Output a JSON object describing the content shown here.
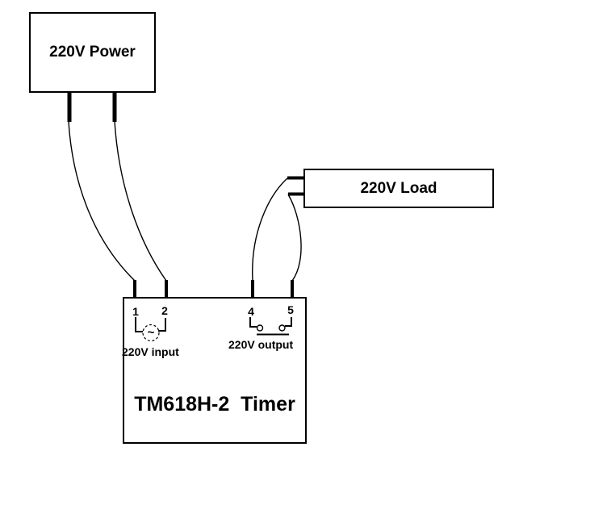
{
  "colors": {
    "background": "#ffffff",
    "line": "#000000",
    "text": "#000000"
  },
  "power_box": {
    "label": "220V Power"
  },
  "load_box": {
    "label": "220V Load"
  },
  "timer_box": {
    "label": "TM618H-2  Timer",
    "input": {
      "terminal_left": "1",
      "terminal_right": "2",
      "label": "220V input",
      "ac_symbol": "~"
    },
    "output": {
      "terminal_left": "4",
      "terminal_right": "5",
      "label": "220V output"
    }
  }
}
